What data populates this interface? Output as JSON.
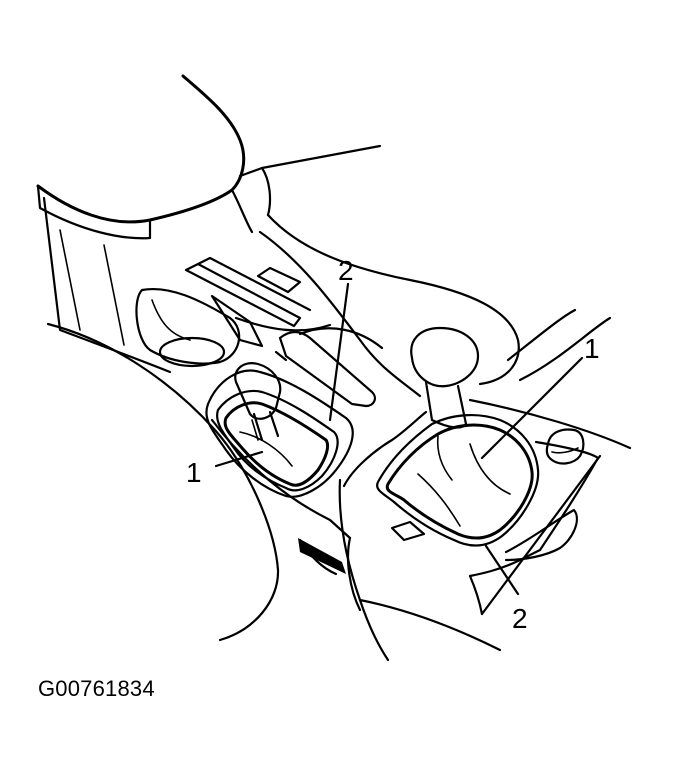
{
  "figure": {
    "id_label": "G00761834",
    "callouts": [
      {
        "key": "left_boot",
        "text": "1"
      },
      {
        "key": "left_bezel",
        "text": "2"
      },
      {
        "key": "right_boot",
        "text": "1"
      },
      {
        "key": "right_bezel",
        "text": "2"
      }
    ]
  }
}
